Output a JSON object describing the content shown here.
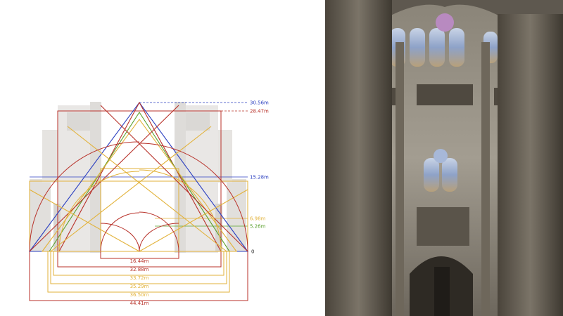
{
  "colors": {
    "blue": "#2b3fc0",
    "red": "#b8322a",
    "green": "#5aa02c",
    "yellow": "#e2b23a",
    "black": "#222222",
    "stone": "#b9b6b0"
  },
  "height_labels": [
    {
      "text": "30.56m",
      "color": "#2b3fc0"
    },
    {
      "text": "28.47m",
      "color": "#b8322a"
    },
    {
      "text": "15.28m",
      "color": "#2b3fc0"
    },
    {
      "text": "6.98m",
      "color": "#e2b23a"
    },
    {
      "text": "5.26m",
      "color": "#5aa02c"
    },
    {
      "text": "0",
      "color": "#222222"
    }
  ],
  "width_labels": [
    {
      "text": "16.44m",
      "color": "#b8322a"
    },
    {
      "text": "32.88m",
      "color": "#b8322a"
    },
    {
      "text": "33.72m",
      "color": "#e2b23a"
    },
    {
      "text": "35.29m",
      "color": "#e2b23a"
    },
    {
      "text": "36.50m",
      "color": "#e2b23a"
    },
    {
      "text": "44.41m",
      "color": "#b8322a"
    }
  ],
  "photo": {
    "subject": "gothic-cathedral-nave"
  }
}
